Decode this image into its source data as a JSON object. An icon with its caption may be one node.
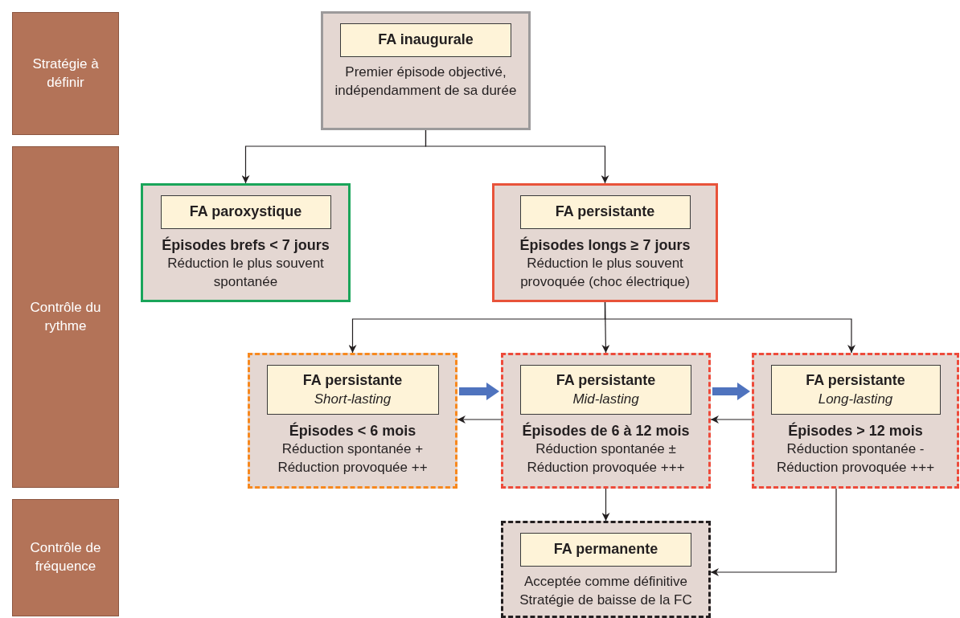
{
  "diagram": {
    "nodes": [
      {
        "text": [
          "Stratégie à définir"
        ]
      },
      {
        "text": [
          "Contrôle du rythme"
        ]
      },
      {
        "text": [
          "Contrôle de fréquence"
        ]
      },
      {
        "text": [
          "Premier épisode objectivé, indépendamment de sa durée"
        ]
      },
      {
        "text": [
          "FA inaugurale"
        ],
        "in": 3
      },
      {
        "text": [
          "Épisodes brefs < 7 jours",
          "Réduction le plus souvent spontanée"
        ]
      },
      {
        "text": [
          "FA paroxystique"
        ],
        "in": 5
      },
      {
        "text": [
          "Épisodes longs ≥ 7 jours",
          "Réduction le plus souvent provoquée (choc électrique)"
        ]
      },
      {
        "text": [
          "FA persistante"
        ],
        "in": 7
      },
      {
        "text": [
          "Épisodes < 6 mois",
          "Réduction spontanée +",
          "Réduction provoquée ++"
        ]
      },
      {
        "text": [
          "FA persistante",
          "Short-lasting"
        ],
        "in": 9
      },
      {
        "text": [
          "Épisodes de 6 à 12 mois",
          "Réduction spontanée ±",
          "Réduction provoquée +++"
        ]
      },
      {
        "text": [
          "FA persistante",
          "Mid-lasting"
        ],
        "in": 11
      },
      {
        "text": [
          "Épisodes > 12 mois",
          "Réduction spontanée -",
          "Réduction provoquée +++"
        ]
      },
      {
        "text": [
          "FA persistante",
          "Long-lasting"
        ],
        "in": 13
      },
      {
        "text": [
          "Acceptée comme définitive Stratégie de baisse de la FC"
        ]
      },
      {
        "text": [
          "FA permanente"
        ],
        "in": 15
      }
    ],
    "edges": [
      {
        "from": 3,
        "to": 5,
        "arrow": "to"
      },
      {
        "from": 3,
        "to": 7,
        "arrow": "to"
      },
      {
        "from": 7,
        "to": 9,
        "arrow": "to"
      },
      {
        "from": 7,
        "to": 11,
        "arrow": "to"
      },
      {
        "from": 7,
        "to": 13,
        "arrow": "to"
      },
      {
        "from": 9,
        "to": 11,
        "arrow": "to",
        "style": "thick",
        "color": "#4f73be"
      },
      {
        "from": 11,
        "to": 13,
        "arrow": "to",
        "style": "thick",
        "color": "#4f73be"
      },
      {
        "from": 11,
        "to": 9,
        "arrow": "to"
      },
      {
        "from": 13,
        "to": 11,
        "arrow": "to"
      },
      {
        "from": 11,
        "to": 15,
        "arrow": "to"
      },
      {
        "from": 13,
        "to": 15,
        "arrow": "to"
      }
    ]
  }
}
